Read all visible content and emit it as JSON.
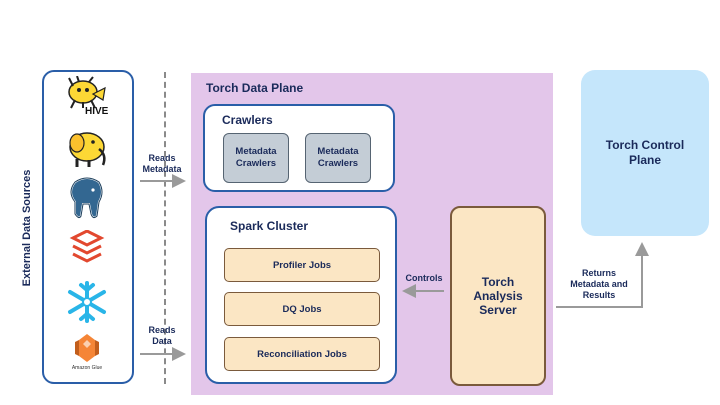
{
  "external": {
    "label": "External Data Sources",
    "sources": [
      {
        "icon": "hive-icon",
        "text": "HIVE"
      },
      {
        "icon": "hadoop-elephant-icon"
      },
      {
        "icon": "postgresql-icon"
      },
      {
        "icon": "databricks-icon"
      },
      {
        "icon": "snowflake-icon"
      },
      {
        "icon": "amazon-glue-icon",
        "text": "Amazon Glue"
      }
    ]
  },
  "arrows": {
    "reads_metadata": [
      "Reads",
      "Metadata"
    ],
    "reads_data": [
      "Reads",
      "Data"
    ],
    "controls": "Controls",
    "returns": [
      "Returns",
      "Metadata and",
      "Results"
    ]
  },
  "data_plane": {
    "title": "Torch Data Plane",
    "crawlers": {
      "title": "Crawlers",
      "items": [
        [
          "Metadata",
          "Crawlers"
        ],
        [
          "Metadata",
          "Crawlers"
        ]
      ]
    },
    "spark": {
      "title": "Spark Cluster",
      "jobs": [
        "Profiler Jobs",
        "DQ Jobs",
        "Reconciliation Jobs"
      ]
    },
    "server": [
      "Torch",
      "Analysis",
      "Server"
    ]
  },
  "control_plane": {
    "title": "Torch Control Plane"
  },
  "colors": {
    "plane_bg": "#e3c6ea",
    "blue_border": "#2a5ea8",
    "job_fill": "#fbe6c4",
    "crawler_fill": "#c4cdd6",
    "control_fill": "#c5e6fb",
    "text": "#1a2a5a"
  }
}
